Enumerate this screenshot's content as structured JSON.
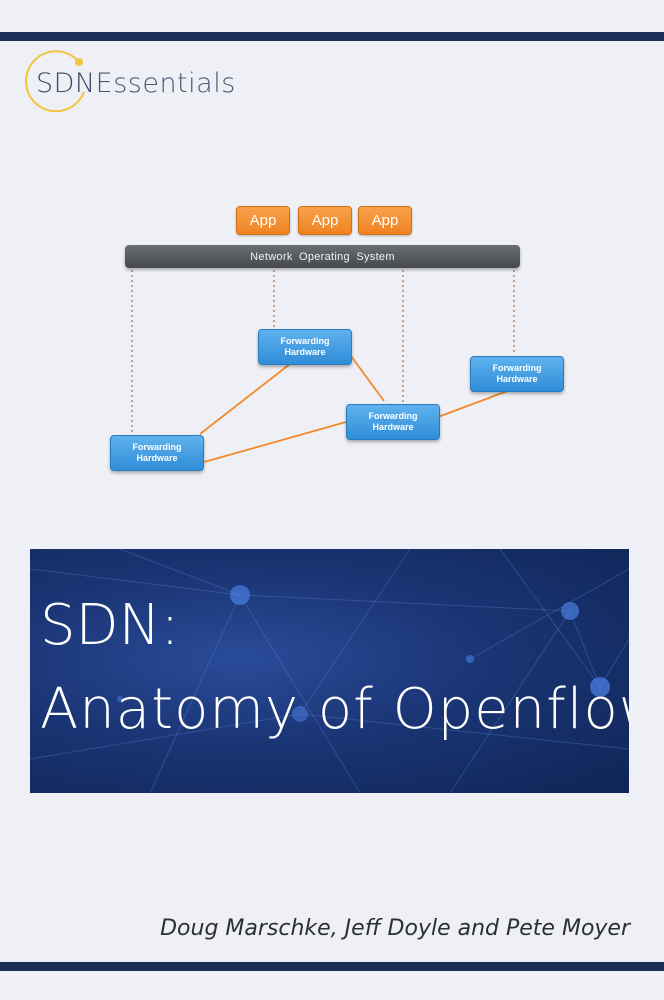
{
  "logo": {
    "brand": "SDN",
    "suffix": "Essentials"
  },
  "diagram": {
    "apps": [
      "App",
      "App",
      "App"
    ],
    "nos_label": "Network Operating System",
    "nodes": [
      {
        "line1": "Forwarding",
        "line2": "Hardware"
      },
      {
        "line1": "Forwarding",
        "line2": "Hardware"
      },
      {
        "line1": "Forwarding",
        "line2": "Hardware"
      },
      {
        "line1": "Forwarding",
        "line2": "Hardware"
      }
    ]
  },
  "title": {
    "line1": "SDN:",
    "line2": "Anatomy of Openflow"
  },
  "authors": "Doug Marschke, Jeff Doyle and Pete Moyer",
  "colors": {
    "band": "#1c2e57",
    "app": "#f39030",
    "forwarding": "#3a96de",
    "link": "#f08a2a",
    "banner": "#1a3574"
  }
}
